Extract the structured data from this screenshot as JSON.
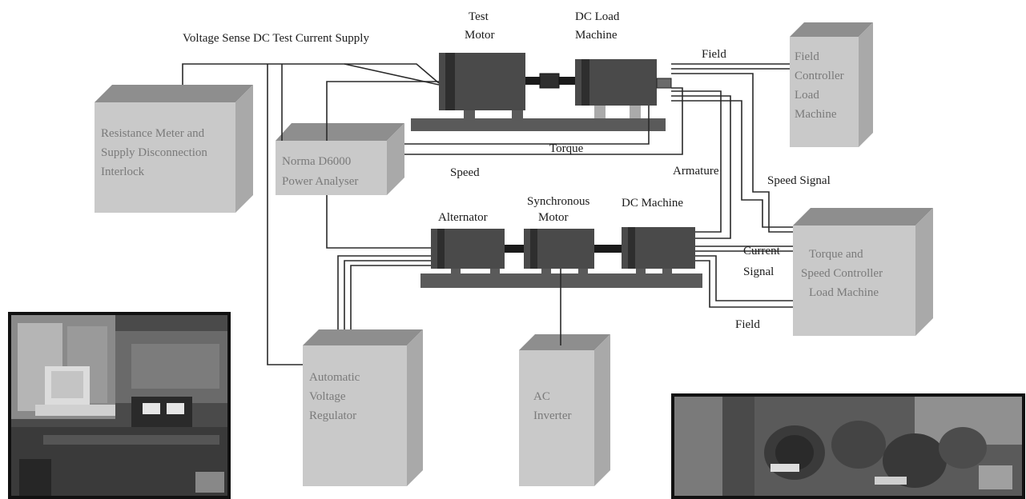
{
  "labels": {
    "voltage_sense": "Voltage Sense DC Test Current Supply",
    "test_motor_1": "Test",
    "test_motor_2": "Motor",
    "dc_load_1": "DC Load",
    "dc_load_2": "Machine",
    "field_top": "Field",
    "torque": "Torque",
    "speed": "Speed",
    "armature": "Armature",
    "speed_signal": "Speed Signal",
    "alternator": "Alternator",
    "sync_motor_1": "Synchronous",
    "sync_motor_2": "Motor",
    "dc_machine": "DC Machine",
    "current_signal_1": "Current",
    "current_signal_2": "Signal",
    "field_bottom": "Field"
  },
  "boxes": {
    "resistance_meter": [
      "Resistance Meter and",
      "Supply Disconnection",
      "Interlock"
    ],
    "power_analyser": [
      "Norma D6000",
      "Power Analyser"
    ],
    "field_controller": [
      "Field",
      "Controller",
      "Load",
      "Machine"
    ],
    "torque_speed_controller": [
      "Torque and",
      "Speed Controller",
      "Load Machine"
    ],
    "avr": [
      "Automatic",
      "Voltage",
      "Regulator"
    ],
    "ac_inverter": [
      "AC",
      "Inverter"
    ]
  },
  "colors": {
    "box_front": "#c9c9c9",
    "box_top": "#8e8e8e",
    "box_side": "#a9a9a9",
    "machine": "#4a4a4a",
    "machine_dark": "#2e2e2e",
    "bed": "#5a5a5a",
    "wire": "#2a2a2a"
  }
}
